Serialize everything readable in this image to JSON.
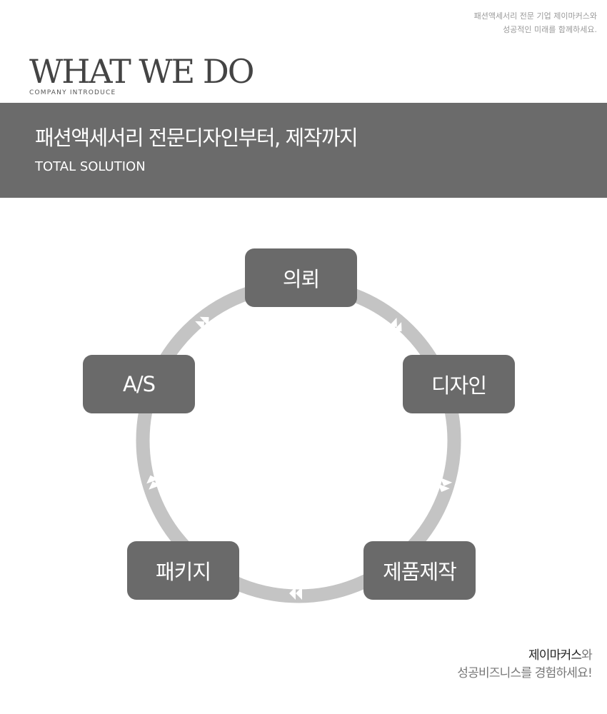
{
  "tagline": {
    "line1": "패션액세서리 전문 기업 제이마커스와",
    "line2": "성공적인 미래를 함께하세요."
  },
  "header": {
    "title": "WHAT WE DO",
    "subtitle": "COMPANY INTRODUCE"
  },
  "banner": {
    "title": "패션액세서리 전문디자인부터, 제작까지",
    "subtitle": "TOTAL SOLUTION"
  },
  "cycle": {
    "steps": [
      {
        "label": "의뢰"
      },
      {
        "label": "디자인"
      },
      {
        "label": "제품제작"
      },
      {
        "label": "패키지"
      },
      {
        "label": "A/S"
      }
    ]
  },
  "footer": {
    "brand": "제이마커스",
    "brand_suffix": "와",
    "line2": "성공비즈니스를 경험하세요!"
  },
  "colors": {
    "banner": "#6b6b6b",
    "node": "#6a6a6a",
    "ring": "#c4c4c4",
    "arrow": "#ffffff"
  }
}
